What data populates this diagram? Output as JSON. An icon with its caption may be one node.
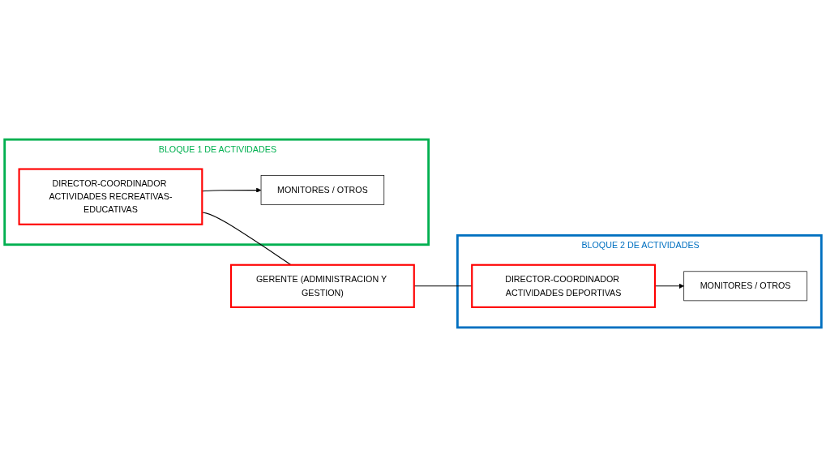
{
  "diagram": {
    "nodes": [
      {
        "text": [
          "BLOQUE 1 DE ACTIVIDADES"
        ]
      },
      {
        "text": [
          "DIRECTOR-COORDINADOR ACTIVIDADES RECREATIVAS-EDUCATIVAS"
        ],
        "in": 0
      },
      {
        "text": [
          "MONITORES / OTROS"
        ],
        "in": 0
      },
      {
        "text": [
          "GERENTE (ADMINISTRACION Y GESTION)"
        ]
      },
      {
        "text": [
          "BLOQUE 2 DE ACTIVIDADES"
        ]
      },
      {
        "text": [
          "DIRECTOR-COORDINADOR ACTIVIDADES DEPORTIVAS"
        ],
        "in": 4
      },
      {
        "text": [
          "MONITORES / OTROS"
        ],
        "in": 4
      }
    ],
    "edges": [
      {
        "from": 1,
        "to": 3,
        "arrow": "none"
      },
      {
        "from": 3,
        "to": 5,
        "arrow": "none"
      },
      {
        "from": 1,
        "to": 2,
        "arrow": "to"
      },
      {
        "from": 5,
        "to": 6,
        "arrow": "to"
      }
    ]
  }
}
